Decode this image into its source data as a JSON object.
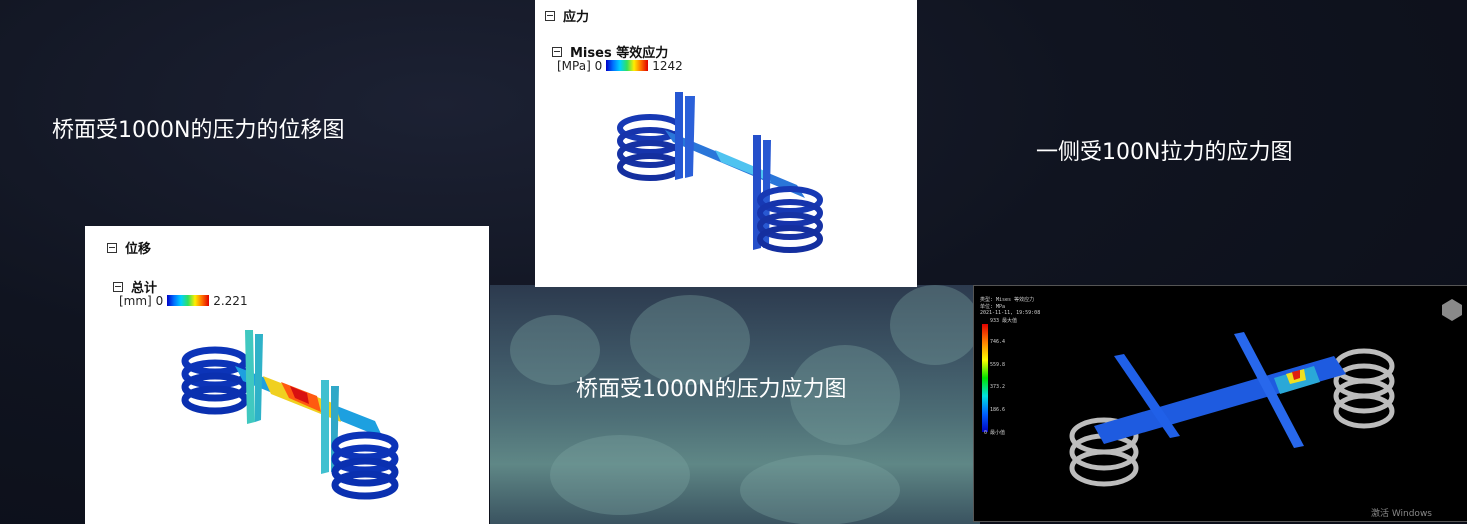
{
  "captions": {
    "left": "桥面受1000N的压力的位移图",
    "right": "一侧受100N拉力的应力图",
    "center": "桥面受1000N的压力应力图"
  },
  "stress_panel": {
    "group": "应力",
    "item": "Mises 等效应力",
    "unit": "[MPa]",
    "min": "0",
    "max": "1242"
  },
  "displacement_panel": {
    "group": "位移",
    "item": "总计",
    "unit": "[mm]",
    "min": "0",
    "max": "2.221"
  },
  "dark_render": {
    "header_1": "类型: Mises 等效应力",
    "header_2": "单位: MPa",
    "header_3": "2021-11-11, 19:59:08",
    "max_label": "933 最大值",
    "tick_1": "746.4",
    "tick_2": "559.8",
    "tick_3": "373.2",
    "tick_4": "186.6",
    "min_label": "0 最小值",
    "watermark": "激活 Windows"
  },
  "colors": {
    "background": "#0f1320",
    "panel": "#ffffff",
    "legend_low": "#0000c8",
    "legend_high": "#e00000"
  }
}
